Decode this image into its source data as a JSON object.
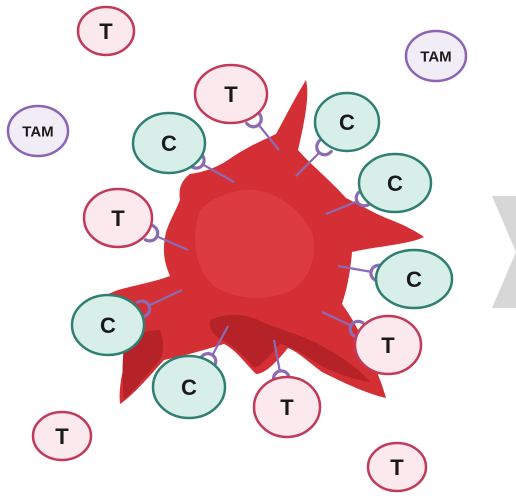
{
  "labels": {
    "t_cell": "T",
    "c_cell": "C",
    "tam": "TAM"
  },
  "colors": {
    "tumor_fill": "#d42f35",
    "tumor_shadow": "#b52228",
    "tumor_highlight": "#e2474b",
    "t_cell_fill": "#fbe9ee",
    "t_cell_stroke": "#c23a5a",
    "c_cell_fill": "#d8efe9",
    "c_cell_stroke": "#2f7f72",
    "tam_fill": "#f1edf7",
    "tam_stroke": "#8d63b5",
    "receptor": "#8c6bb5",
    "arrow": "#d7d7d7"
  },
  "icons": {
    "tumor": "tumor-cell-icon",
    "receptor": "receptor-binding-icon",
    "arrow": "chevron-right-icon"
  }
}
